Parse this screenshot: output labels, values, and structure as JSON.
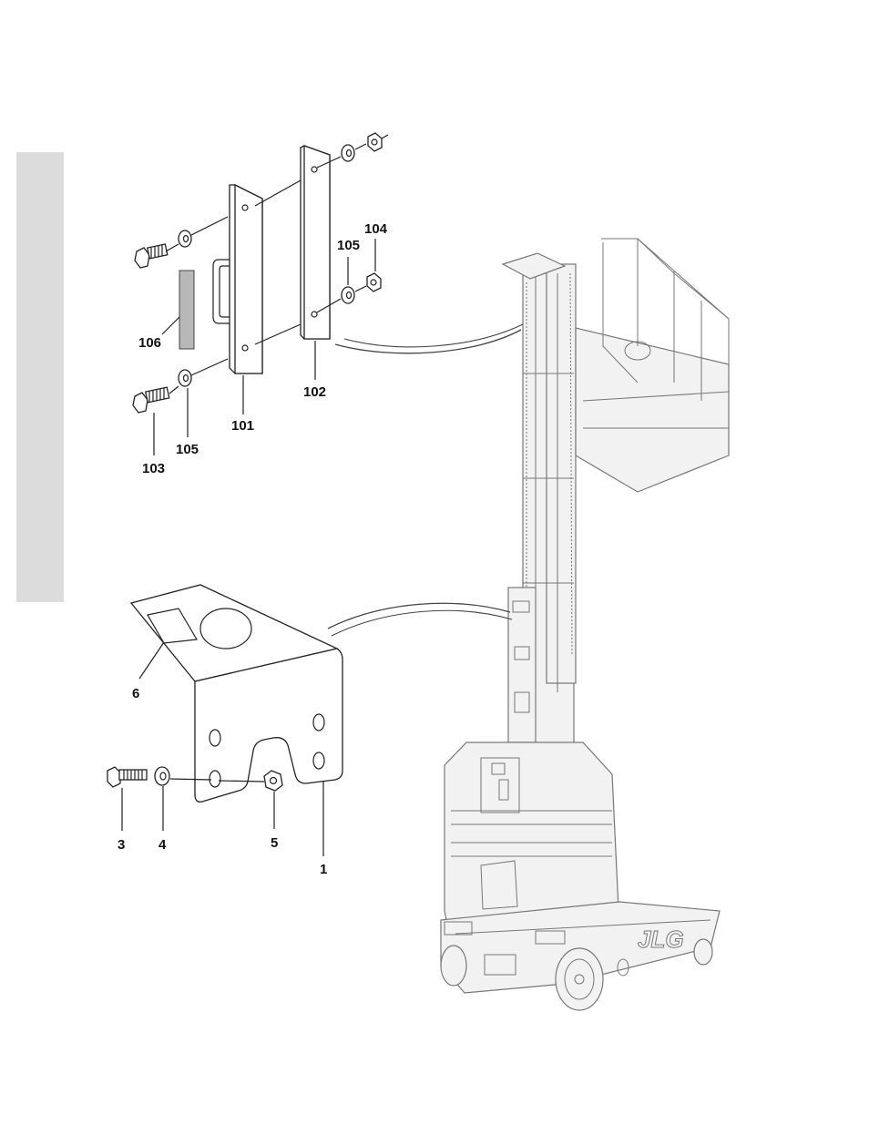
{
  "callouts": {
    "c101": "101",
    "c102": "102",
    "c103": "103",
    "c104": "104",
    "c105a": "105",
    "c105b": "105",
    "c106": "106",
    "c1": "1",
    "c3": "3",
    "c4": "4",
    "c5": "5",
    "c6": "6"
  },
  "logo": {
    "text": "JLG"
  }
}
